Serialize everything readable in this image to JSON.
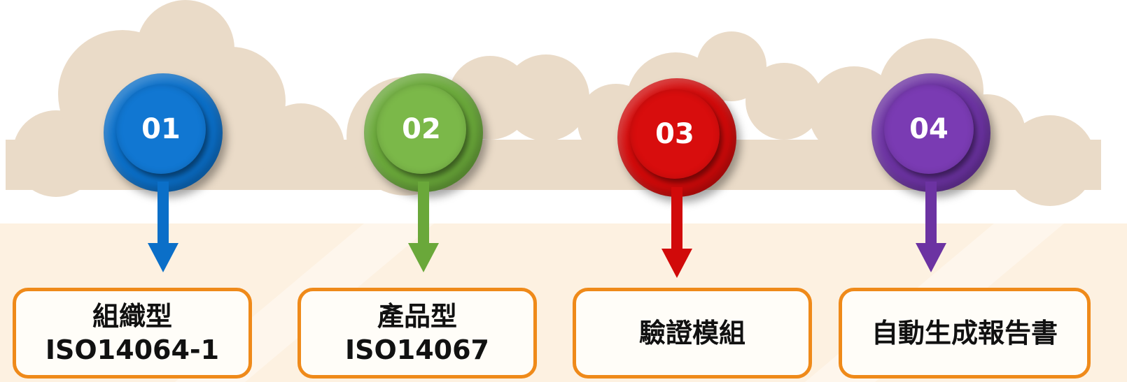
{
  "steps": [
    {
      "number": "01",
      "color": "#0b6fc8",
      "inner_color": "#1177d2",
      "title": "組織型",
      "subtitle": "ISO14064-1"
    },
    {
      "number": "02",
      "color": "#6aa83a",
      "inner_color": "#7bb849",
      "title": "產品型",
      "subtitle": "ISO14067"
    },
    {
      "number": "03",
      "color": "#d10a0a",
      "inner_color": "#d80d0d",
      "title": "驗證模組",
      "subtitle": ""
    },
    {
      "number": "04",
      "color": "#6c33a2",
      "inner_color": "#7a3bb3",
      "title": "自動生成報告書",
      "subtitle": ""
    }
  ],
  "colors": {
    "cloud": "#eadbc8",
    "ground": "#fdf1e1",
    "box_border": "#ef8a1a"
  }
}
